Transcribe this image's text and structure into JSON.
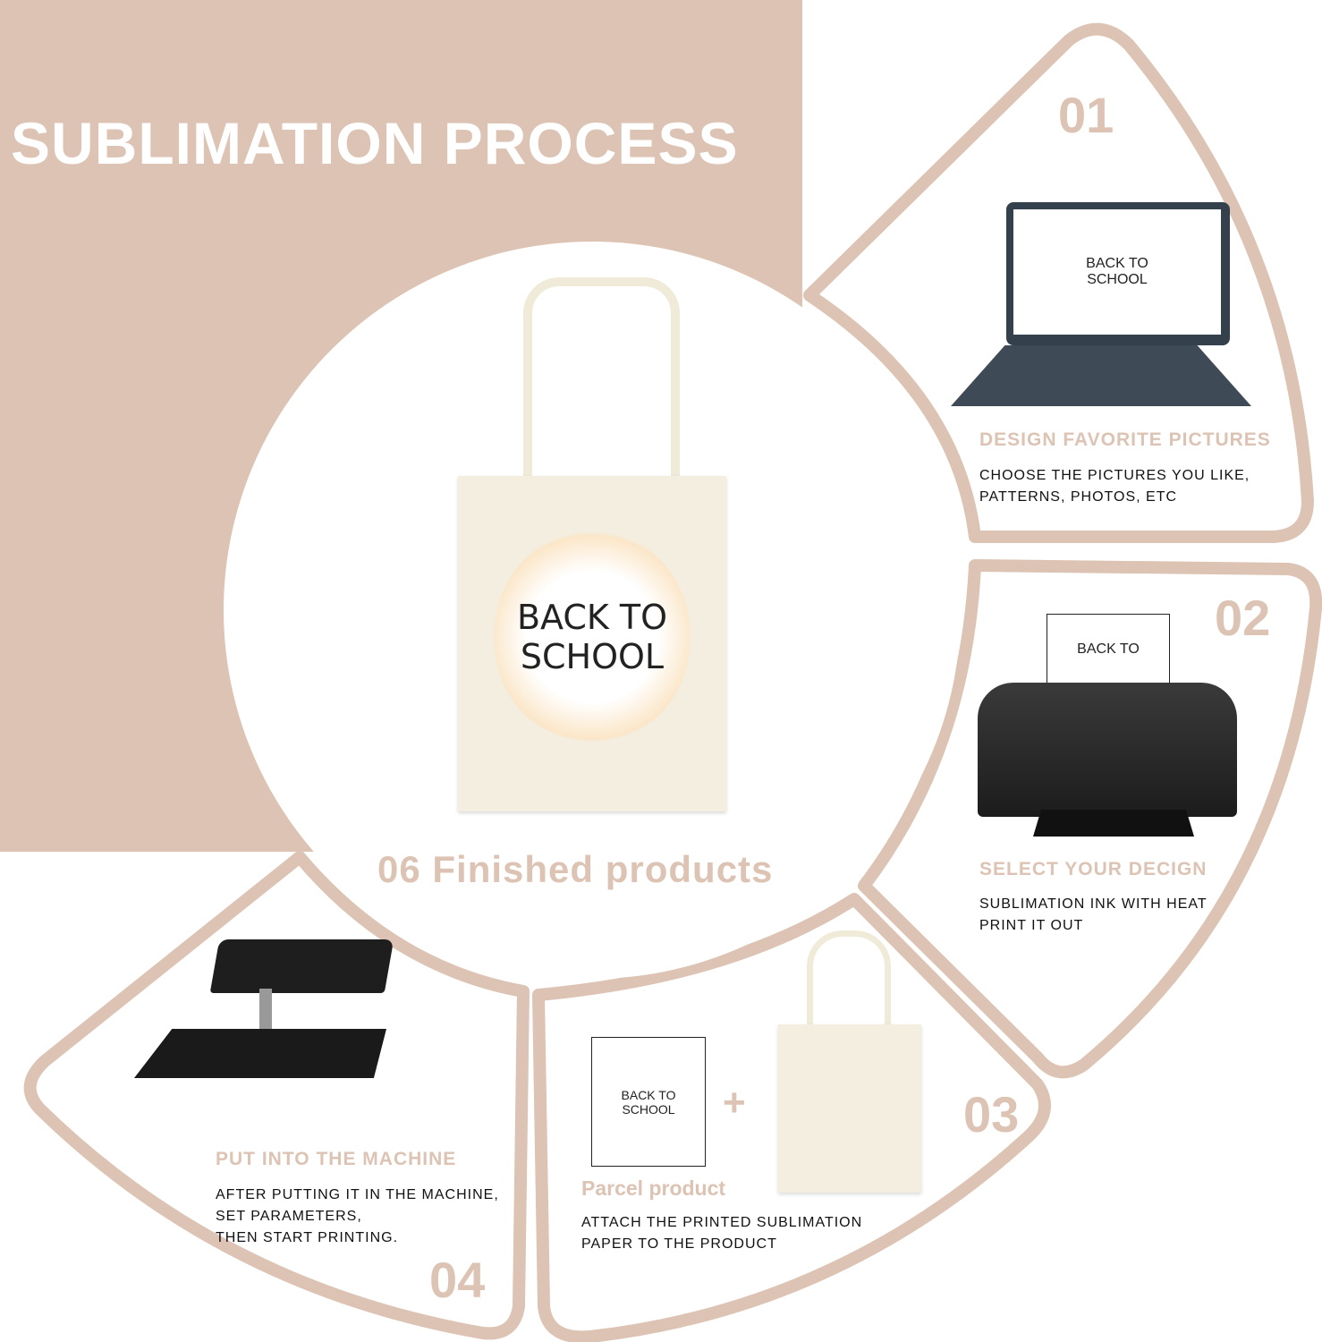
{
  "title": "SUBLIMATION PROCESS",
  "center": {
    "caption": "06 Finished products",
    "artwork_text": [
      "BACK TO",
      "SCHOOL"
    ]
  },
  "steps": [
    {
      "number": "01",
      "heading": "DESIGN FAVORITE PICTURES",
      "lines": [
        "CHOOSE THE PICTURES YOU LIKE,",
        "PATTERNS, PHOTOS, ETC"
      ]
    },
    {
      "number": "02",
      "heading": "SELECT YOUR DECIGN",
      "lines": [
        "SUBLIMATION INK WITH HEAT",
        "PRINT IT OUT"
      ]
    },
    {
      "number": "03",
      "heading": "Parcel product",
      "lines": [
        "ATTACH THE PRINTED SUBLIMATION",
        "PAPER TO THE PRODUCT"
      ],
      "plus": "+"
    },
    {
      "number": "04",
      "heading": "PUT INTO THE MACHINE",
      "lines": [
        "AFTER PUTTING IT IN THE MACHINE,",
        "SET PARAMETERS,",
        "THEN START PRINTING."
      ]
    }
  ],
  "colors": {
    "accent": "#dcc3b3",
    "text": "#111111"
  }
}
